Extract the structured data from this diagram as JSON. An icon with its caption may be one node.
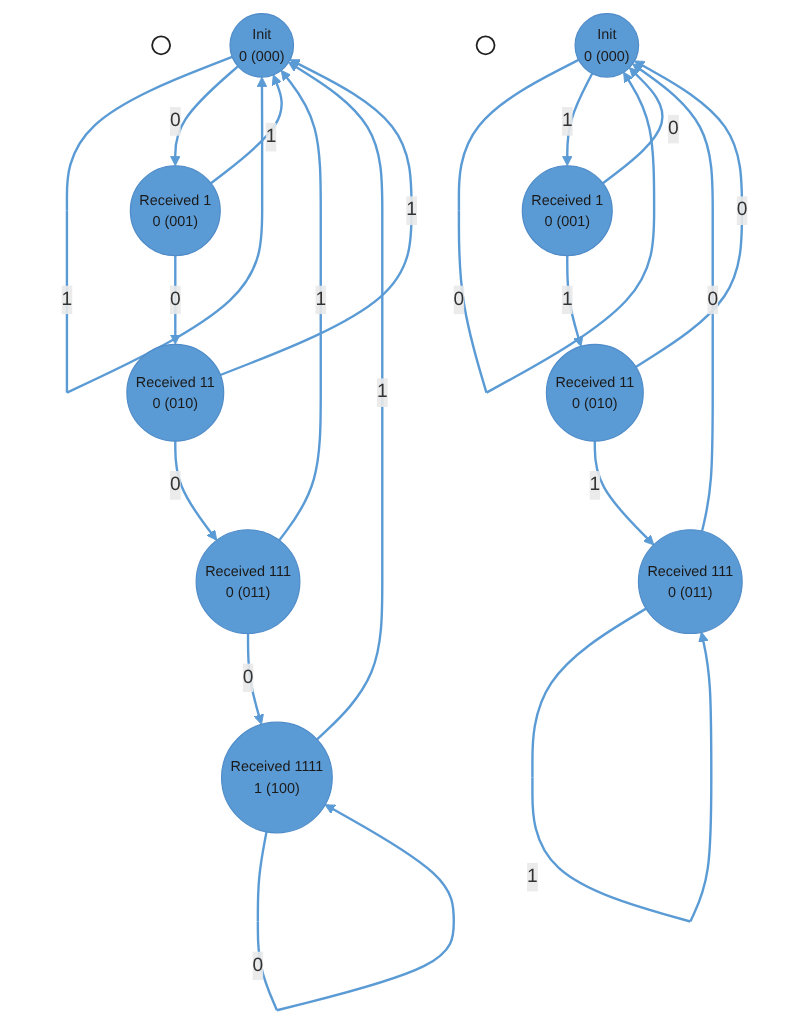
{
  "diagram": {
    "nodes": [
      {
        "text": [],
        "shape": "circle"
      },
      {
        "text": [
          "Init",
          "0 (000)"
        ]
      },
      {
        "text": [
          "Received 1111",
          "1 (100)"
        ]
      },
      {
        "text": [
          "Received 1",
          "0 (001)"
        ]
      },
      {
        "text": [
          "Received 111",
          "0 (011)"
        ]
      },
      {
        "text": [
          "Received 11",
          "0 (010)"
        ]
      },
      {
        "text": [],
        "shape": "circle"
      },
      {
        "text": [
          "Init",
          "0 (000)"
        ]
      },
      {
        "text": [
          "Received 1",
          "0 (001)"
        ]
      },
      {
        "text": [
          "Received 111",
          "0 (011)"
        ]
      },
      {
        "text": [
          "Received 11",
          "0 (010)"
        ]
      }
    ],
    "edges": [
      {
        "from": 1,
        "to": 1,
        "label": "1",
        "arrow": "to"
      },
      {
        "from": 2,
        "to": 2,
        "label": "0",
        "arrow": "to"
      },
      {
        "from": 2,
        "to": 1,
        "label": "1",
        "arrow": "to"
      },
      {
        "from": 1,
        "to": 3,
        "label": "0",
        "arrow": "to"
      },
      {
        "from": 3,
        "to": 1,
        "label": "1",
        "arrow": "to"
      },
      {
        "from": 3,
        "to": 5,
        "label": "0",
        "arrow": "to"
      },
      {
        "from": 5,
        "to": 4,
        "label": "0",
        "arrow": "to"
      },
      {
        "from": 4,
        "to": 1,
        "label": "1",
        "arrow": "to"
      },
      {
        "from": 5,
        "to": 1,
        "label": "1",
        "arrow": "to"
      },
      {
        "from": 4,
        "to": 2,
        "label": "0",
        "arrow": "to"
      },
      {
        "from": 7,
        "to": 7,
        "label": "0",
        "arrow": "to"
      },
      {
        "from": 7,
        "to": 8,
        "label": "1",
        "arrow": "to"
      },
      {
        "from": 8,
        "to": 7,
        "label": "0",
        "arrow": "to"
      },
      {
        "from": 8,
        "to": 10,
        "label": "1",
        "arrow": "to"
      },
      {
        "from": 10,
        "to": 9,
        "label": "1",
        "arrow": "to"
      },
      {
        "from": 9,
        "to": 9,
        "label": "1",
        "arrow": "to"
      },
      {
        "from": 9,
        "to": 7,
        "label": "0",
        "arrow": "to"
      },
      {
        "from": 10,
        "to": 7,
        "label": "0",
        "arrow": "to"
      }
    ]
  }
}
